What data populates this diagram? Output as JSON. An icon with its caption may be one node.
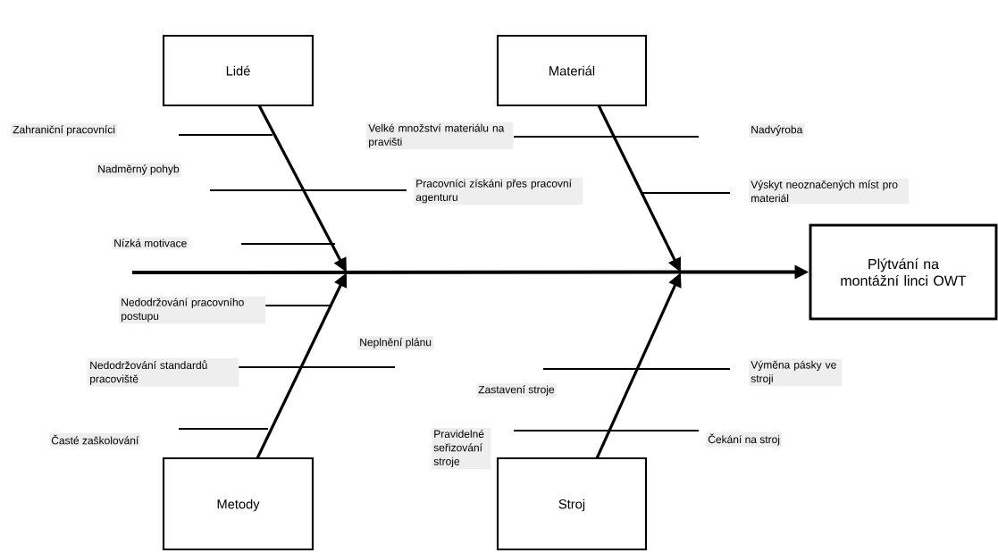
{
  "diagram": {
    "nodes": [
      {
        "text": [
          "Lidé"
        ]
      },
      {
        "text": [
          "Materiál"
        ]
      },
      {
        "text": [
          "Metody"
        ]
      },
      {
        "text": [
          "Stroj"
        ]
      },
      {
        "text": [
          "Plýtvání na montážní linci OWT"
        ]
      }
    ],
    "edges": [
      {
        "from": 0,
        "to": null,
        "arrow": "to"
      },
      {
        "from": 1,
        "to": null,
        "arrow": "to"
      },
      {
        "from": 2,
        "to": null,
        "arrow": "to"
      },
      {
        "from": 3,
        "to": null,
        "arrow": "to"
      },
      {
        "from": null,
        "to": 4,
        "arrow": "to"
      }
    ],
    "labels": [
      "Zahraniční pracovníci",
      "Velké množství materiálu na pravišti",
      "Nadvýroba",
      "Nadměrný pohyb",
      "Pracovníci získáni přes pracovní agenturu",
      "Výskyt neoznačených míst pro materiál",
      "Nízká motivace",
      "Nedodržování pracovního postupu",
      "Neplnění plánu",
      "Nedodržování standardů pracoviště",
      "Výměna pásky ve stroji",
      "Zastavení stroje",
      "Časté zaškolování",
      "Pravidelné seřizování stroje",
      "Čekání na stroj"
    ]
  }
}
